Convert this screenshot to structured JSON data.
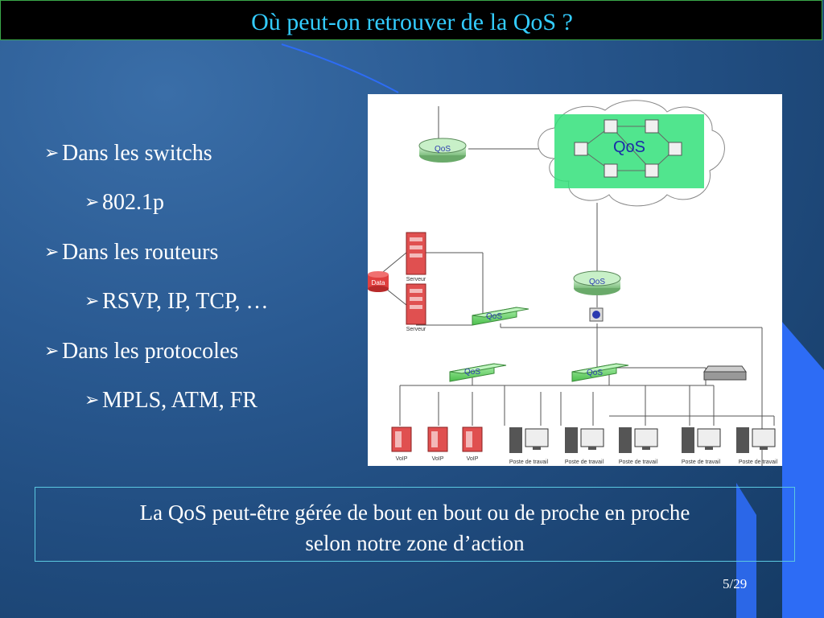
{
  "title": "Où peut-on retrouver de la QoS ?",
  "bullets": [
    {
      "text": "Dans les switchs",
      "level": 1
    },
    {
      "text": "802.1p",
      "level": 2
    },
    {
      "text": "Dans les routeurs",
      "level": 1
    },
    {
      "text": "RSVP, IP, TCP, …",
      "level": 2
    },
    {
      "text": "Dans les protocoles",
      "level": 1
    },
    {
      "text": "MPLS, ATM, FR",
      "level": 2
    }
  ],
  "diagram": {
    "cloud_label": "QoS",
    "device_label": "QoS",
    "data_label": "Data",
    "server_label": "Serveur",
    "voip_label": "VoIP",
    "workstation_label": "Poste de travail"
  },
  "note": {
    "line1": "La QoS peut-être gérée de bout en bout ou de proche en proche",
    "line2": "selon notre zone d’action"
  },
  "page_number": "5/29",
  "colors": {
    "title": "#33ccff",
    "accent_blue": "#2d6cf5",
    "frame": "#3aa84a"
  }
}
